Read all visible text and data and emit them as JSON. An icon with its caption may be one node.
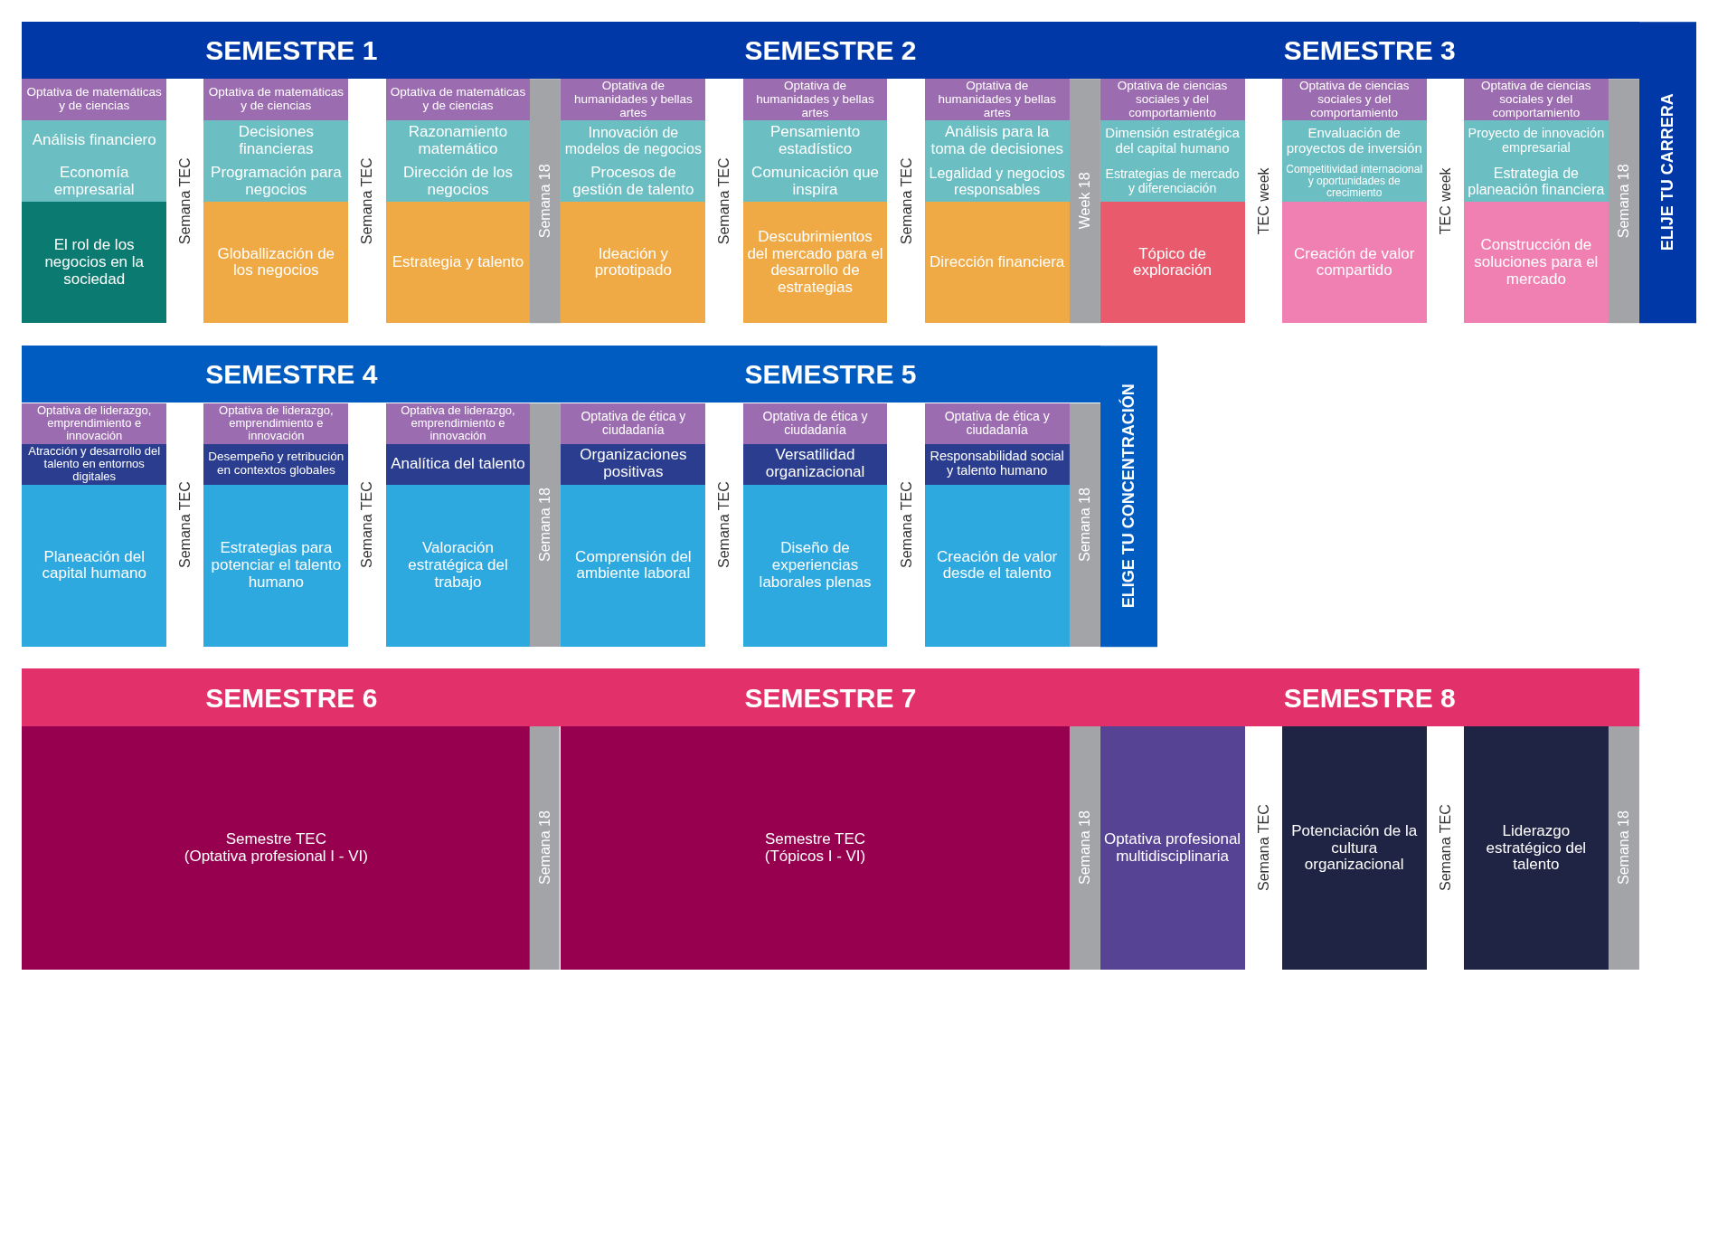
{
  "diagram": {
    "nodes": [
      {
        "text": [
          "SEMESTRE 1"
        ]
      },
      {
        "text": [
          "Optativa de matemáticas y de ciencias"
        ]
      },
      {
        "text": [
          "Análisis financiero"
        ]
      },
      {
        "text": [
          "Economía empresarial"
        ]
      },
      {
        "text": [
          "El rol de los negocios en la sociedad"
        ]
      },
      {
        "text": [
          "Semana TEC"
        ]
      },
      {
        "text": [
          "Optativa de matemáticas y de ciencias"
        ]
      },
      {
        "text": [
          "Decisiones financieras"
        ]
      },
      {
        "text": [
          "Programación para negocios"
        ]
      },
      {
        "text": [
          "Globallización de los negocios"
        ]
      },
      {
        "text": [
          "Semana TEC"
        ]
      },
      {
        "text": [
          "Optativa de matemáticas y de ciencias"
        ]
      },
      {
        "text": [
          "Razonamiento matemático"
        ]
      },
      {
        "text": [
          "Dirección de los negocios"
        ]
      },
      {
        "text": [
          "Estrategia y talento"
        ]
      },
      {
        "text": [
          "Semana 18"
        ]
      },
      {
        "text": [
          "SEMESTRE 2"
        ]
      },
      {
        "text": [
          "Optativa de humanidades y bellas artes"
        ]
      },
      {
        "text": [
          "Innovación de modelos de negocios"
        ]
      },
      {
        "text": [
          "Procesos de gestión de talento"
        ]
      },
      {
        "text": [
          "Ideación y prototipado"
        ]
      },
      {
        "text": [
          "Semana TEC"
        ]
      },
      {
        "text": [
          "Optativa de humanidades y bellas artes"
        ]
      },
      {
        "text": [
          "Pensamiento estadístico"
        ]
      },
      {
        "text": [
          "Comunicación que inspira"
        ]
      },
      {
        "text": [
          "Descubrimientos del mercado para el desarrollo de estrategias"
        ]
      },
      {
        "text": [
          "Semana TEC"
        ]
      },
      {
        "text": [
          "Optativa de humanidades y bellas artes"
        ]
      },
      {
        "text": [
          "Análisis para la toma de decisiones"
        ]
      },
      {
        "text": [
          "Legalidad y negocios responsables"
        ]
      },
      {
        "text": [
          "Dirección financiera"
        ]
      },
      {
        "text": [
          "Week 18"
        ]
      },
      {
        "text": [
          "SEMESTRE 3"
        ]
      },
      {
        "text": [
          "Optativa de ciencias sociales y del comportamiento"
        ]
      },
      {
        "text": [
          "Dimensión estratégica del capital humano"
        ]
      },
      {
        "text": [
          "Estrategias de mercado y diferenciación"
        ]
      },
      {
        "text": [
          "Tópico de exploración"
        ]
      },
      {
        "text": [
          "TEC week"
        ]
      },
      {
        "text": [
          "Optativa de ciencias sociales y del comportamiento"
        ]
      },
      {
        "text": [
          "Envaluación de proyectos de inversión"
        ]
      },
      {
        "text": [
          "Competitividad internacional y oportunidades de crecimiento"
        ]
      },
      {
        "text": [
          "Creación de valor compartido"
        ]
      },
      {
        "text": [
          "TEC week"
        ]
      },
      {
        "text": [
          "Optativa de ciencias sociales y del comportamiento"
        ]
      },
      {
        "text": [
          "Proyecto de innovación empresarial"
        ]
      },
      {
        "text": [
          "Estrategia de planeación financiera"
        ]
      },
      {
        "text": [
          "Construcción de soluciones para el mercado"
        ]
      },
      {
        "text": [
          "Semana 18"
        ]
      },
      {
        "text": [
          "ELIJE TU CARRERA"
        ]
      },
      {
        "text": [
          "SEMESTRE 4"
        ]
      },
      {
        "text": [
          "Optativa de liderazgo, emprendimiento e innovación"
        ]
      },
      {
        "text": [
          "Atracción y desarrollo del talento en entornos digitales"
        ]
      },
      {
        "text": [
          "Planeación del capital humano"
        ]
      },
      {
        "text": [
          "Semana TEC"
        ]
      },
      {
        "text": [
          "Optativa de liderazgo, emprendimiento e innovación"
        ]
      },
      {
        "text": [
          "Desempeño y retribución en contextos globales"
        ]
      },
      {
        "text": [
          "Estrategias para potenciar el talento humano"
        ]
      },
      {
        "text": [
          "Semana TEC"
        ]
      },
      {
        "text": [
          "Optativa de liderazgo, emprendimiento e innovación"
        ]
      },
      {
        "text": [
          "Analítica del talento"
        ]
      },
      {
        "text": [
          "Valoración estratégica del trabajo"
        ]
      },
      {
        "text": [
          "Semana 18"
        ]
      },
      {
        "text": [
          "SEMESTRE 5"
        ]
      },
      {
        "text": [
          "Optativa de ética y ciudadanía"
        ]
      },
      {
        "text": [
          "Organizaciones positivas"
        ]
      },
      {
        "text": [
          "Comprensión del ambiente laboral"
        ]
      },
      {
        "text": [
          "Semana TEC"
        ]
      },
      {
        "text": [
          "Optativa de ética y ciudadanía"
        ]
      },
      {
        "text": [
          "Versatilidad organizacional"
        ]
      },
      {
        "text": [
          "Diseño de experiencias laborales plenas"
        ]
      },
      {
        "text": [
          "Semana TEC"
        ]
      },
      {
        "text": [
          "Optativa de ética y ciudadanía"
        ]
      },
      {
        "text": [
          "Responsabilidad social y talento humano"
        ]
      },
      {
        "text": [
          "Creación de valor desde el talento"
        ]
      },
      {
        "text": [
          "Semana 18"
        ]
      },
      {
        "text": [
          "ELIGE TU CONCENTRACIÓN"
        ]
      },
      {
        "text": [
          "SEMESTRE 6"
        ]
      },
      {
        "text": [
          "Semestre TEC",
          "(Optativa profesional I - VI)"
        ]
      },
      {
        "text": [
          "Semana 18"
        ]
      },
      {
        "text": [
          "SEMESTRE 7"
        ]
      },
      {
        "text": [
          "Semestre TEC",
          "(Tópicos I - VI)"
        ]
      },
      {
        "text": [
          "Semana 18"
        ]
      },
      {
        "text": [
          "SEMESTRE 8"
        ]
      },
      {
        "text": [
          "Optativa profesional multidisciplinaria"
        ]
      },
      {
        "text": [
          "Semana TEC"
        ]
      },
      {
        "text": [
          "Potenciación de la cultura organizacional"
        ]
      },
      {
        "text": [
          "Semana TEC"
        ]
      },
      {
        "text": [
          "Liderazgo estratégico del talento"
        ]
      },
      {
        "text": [
          "Semana 18"
        ]
      }
    ]
  }
}
